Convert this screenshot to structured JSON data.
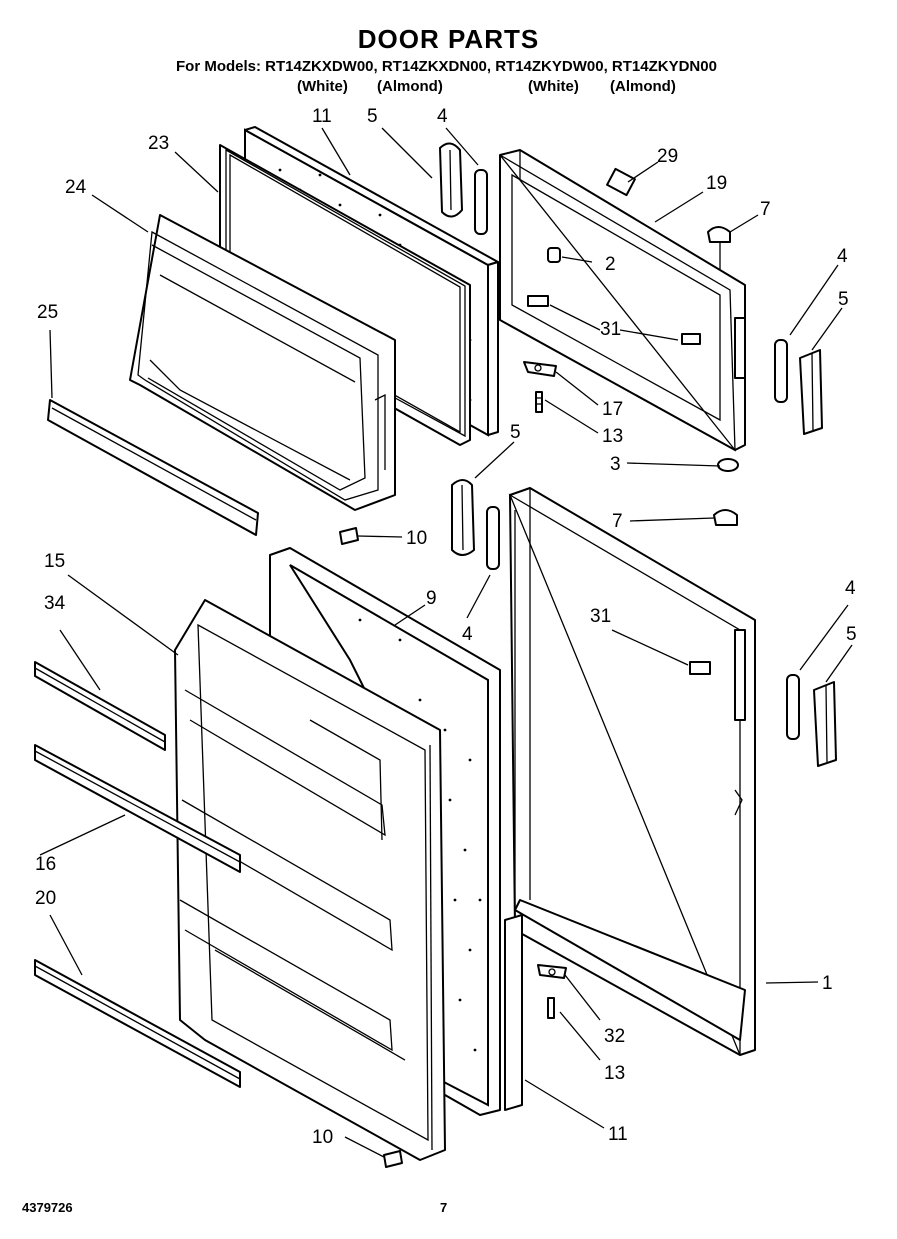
{
  "header": {
    "title": "DOOR PARTS",
    "models_line": "For Models: RT14ZKXDW00, RT14ZKXDN00, RT14ZKYDW00, RT14ZKYDN00",
    "colors": [
      "(White)",
      "(Almond)",
      "(White)",
      "(Almond)"
    ]
  },
  "callouts": [
    {
      "id": "c11a",
      "text": "11"
    },
    {
      "id": "c5a",
      "text": "5"
    },
    {
      "id": "c4a",
      "text": "4"
    },
    {
      "id": "c23",
      "text": "23"
    },
    {
      "id": "c29",
      "text": "29"
    },
    {
      "id": "c24",
      "text": "24"
    },
    {
      "id": "c19",
      "text": "19"
    },
    {
      "id": "c7a",
      "text": "7"
    },
    {
      "id": "c2",
      "text": "2"
    },
    {
      "id": "c4b",
      "text": "4"
    },
    {
      "id": "c25",
      "text": "25"
    },
    {
      "id": "c5b",
      "text": "5"
    },
    {
      "id": "c31a",
      "text": "31"
    },
    {
      "id": "c17",
      "text": "17"
    },
    {
      "id": "c13a",
      "text": "13"
    },
    {
      "id": "c5c",
      "text": "5"
    },
    {
      "id": "c3",
      "text": "3"
    },
    {
      "id": "c10a",
      "text": "10"
    },
    {
      "id": "c7b",
      "text": "7"
    },
    {
      "id": "c15",
      "text": "15"
    },
    {
      "id": "c9",
      "text": "9"
    },
    {
      "id": "c34",
      "text": "34"
    },
    {
      "id": "c4c",
      "text": "4"
    },
    {
      "id": "c4d",
      "text": "4"
    },
    {
      "id": "c31b",
      "text": "31"
    },
    {
      "id": "c5d",
      "text": "5"
    },
    {
      "id": "c16",
      "text": "16"
    },
    {
      "id": "c20",
      "text": "20"
    },
    {
      "id": "c1",
      "text": "1"
    },
    {
      "id": "c32",
      "text": "32"
    },
    {
      "id": "c13b",
      "text": "13"
    },
    {
      "id": "c10b",
      "text": "10"
    },
    {
      "id": "c11b",
      "text": "11"
    }
  ],
  "footer": {
    "doc_number": "4379726",
    "page_number": "7"
  }
}
